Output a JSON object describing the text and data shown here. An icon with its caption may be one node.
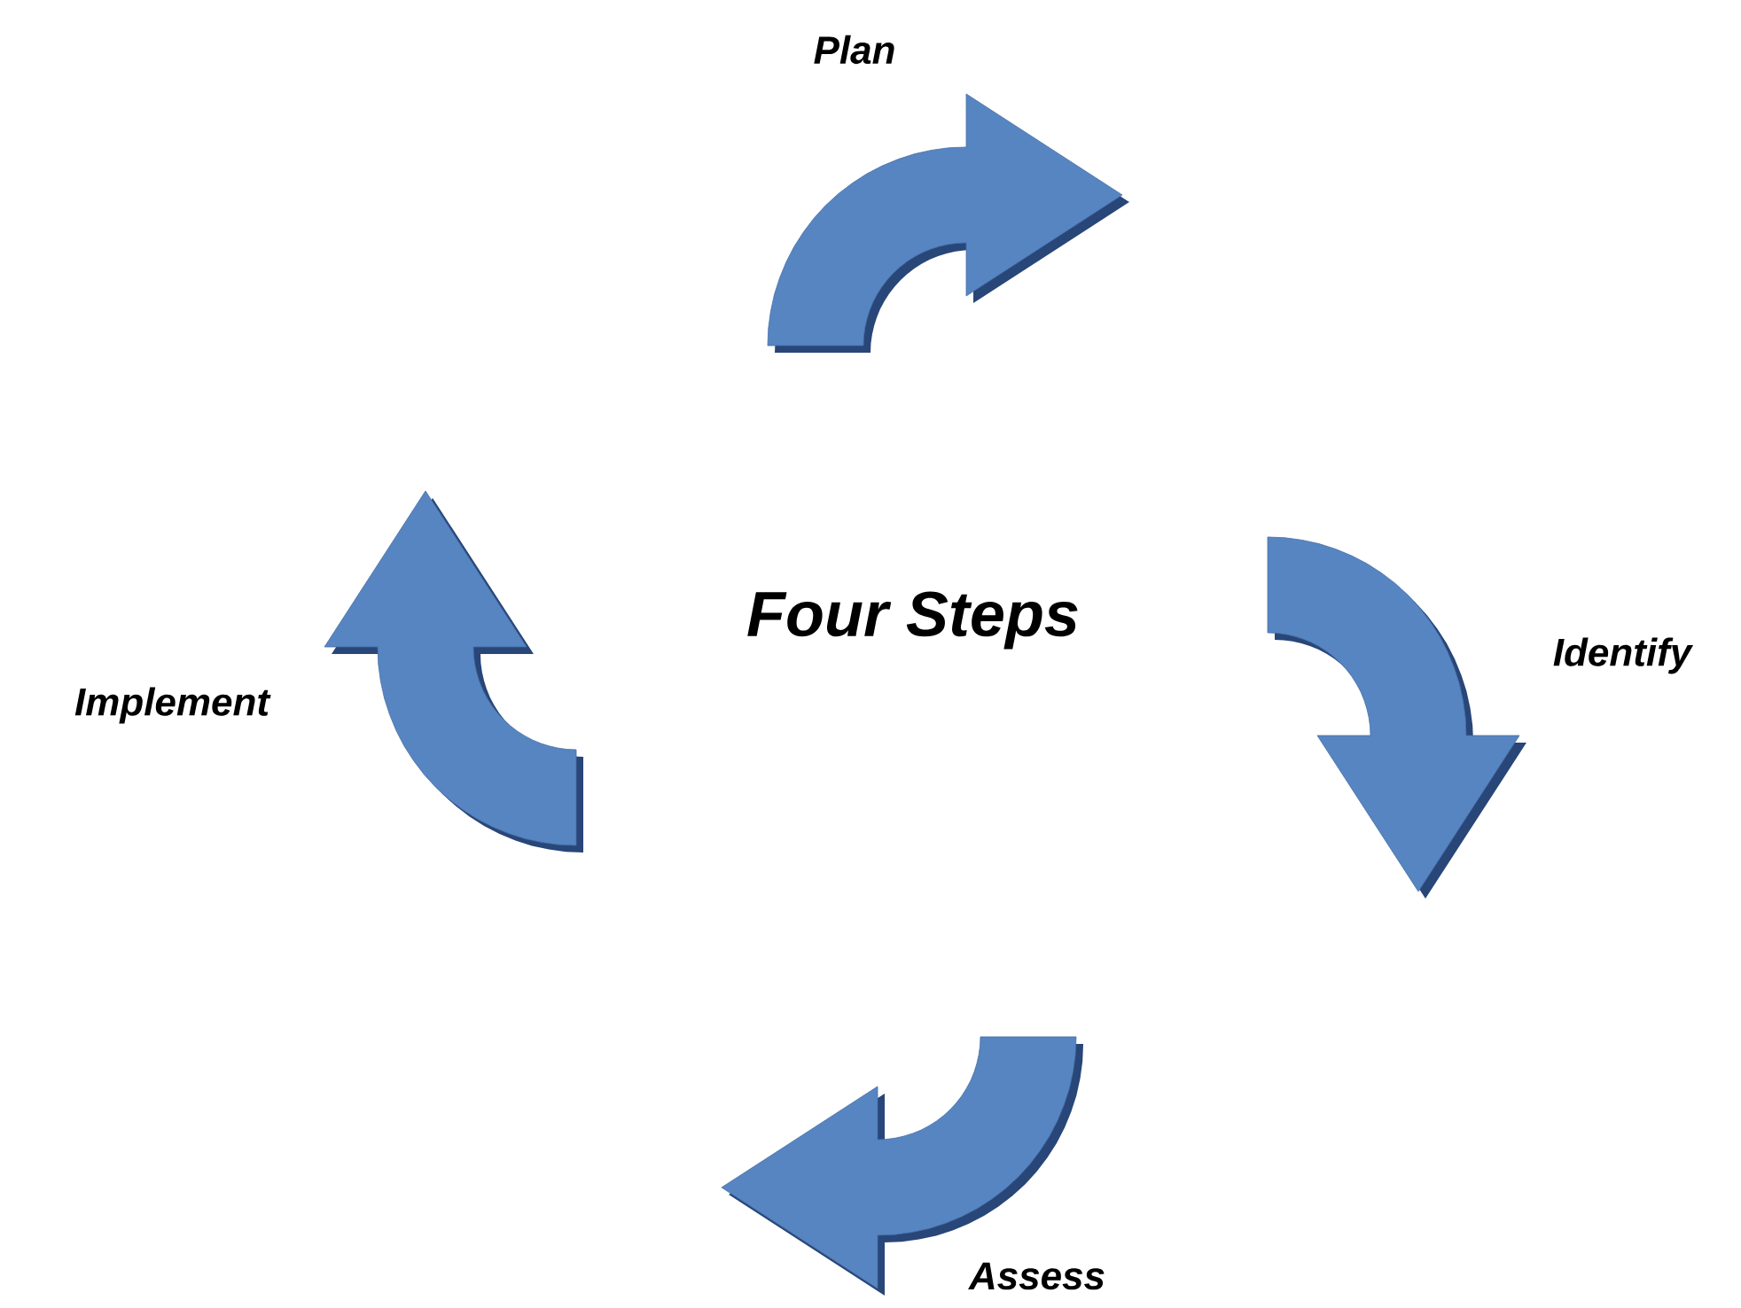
{
  "diagram": {
    "title": "Four Steps",
    "nodes": [
      {
        "text": [
          "Plan"
        ]
      },
      {
        "text": [
          "Identify"
        ]
      },
      {
        "text": [
          "Assess"
        ]
      },
      {
        "text": [
          "Implement"
        ]
      }
    ]
  }
}
